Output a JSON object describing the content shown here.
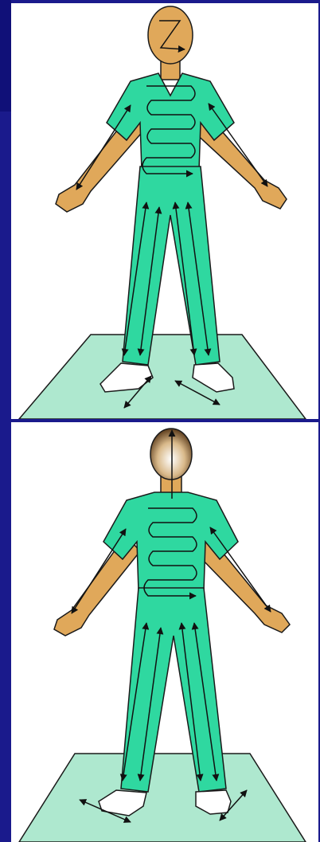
{
  "colors": {
    "background": "#1a1a8c",
    "panel": "#ffffff",
    "scrubs": "#2fd8a0",
    "skin": "#e0a85a",
    "floor_mat": "#aee8cf",
    "outline": "#1a1a1a",
    "shoe": "#ffffff"
  },
  "figures": [
    {
      "view": "front",
      "path_markers": [
        "z-pattern-face",
        "serpentine-torso",
        "arm-lines",
        "leg-lines",
        "floor-diagonals"
      ]
    },
    {
      "view": "back",
      "path_markers": [
        "vertical-head-line",
        "serpentine-torso",
        "arm-lines",
        "leg-lines",
        "floor-diagonals"
      ]
    }
  ]
}
